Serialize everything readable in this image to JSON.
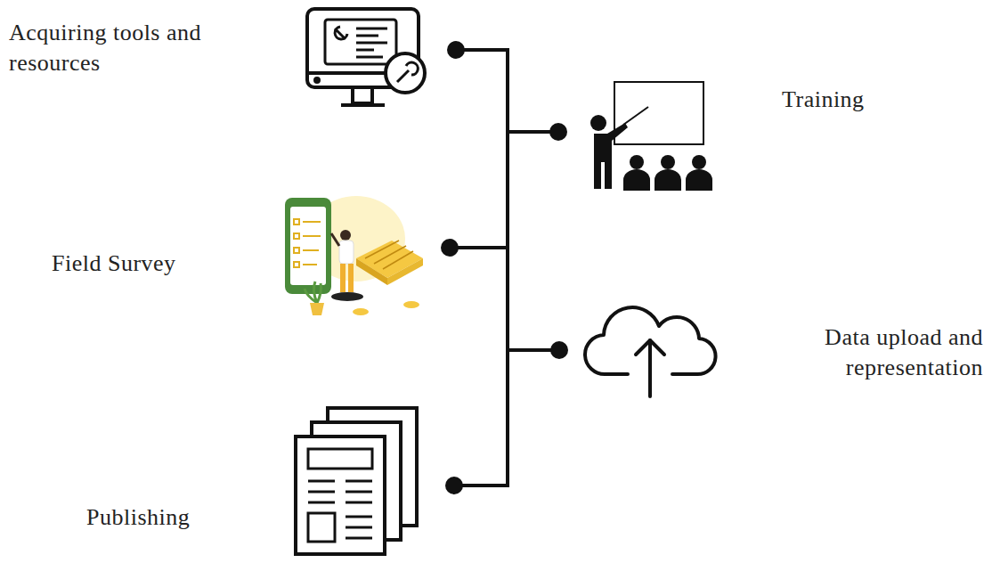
{
  "diagram": {
    "labels": [
      "Acquiring tools and resources",
      "Training",
      "Field Survey",
      "Data upload and representation",
      "Publishing"
    ]
  }
}
